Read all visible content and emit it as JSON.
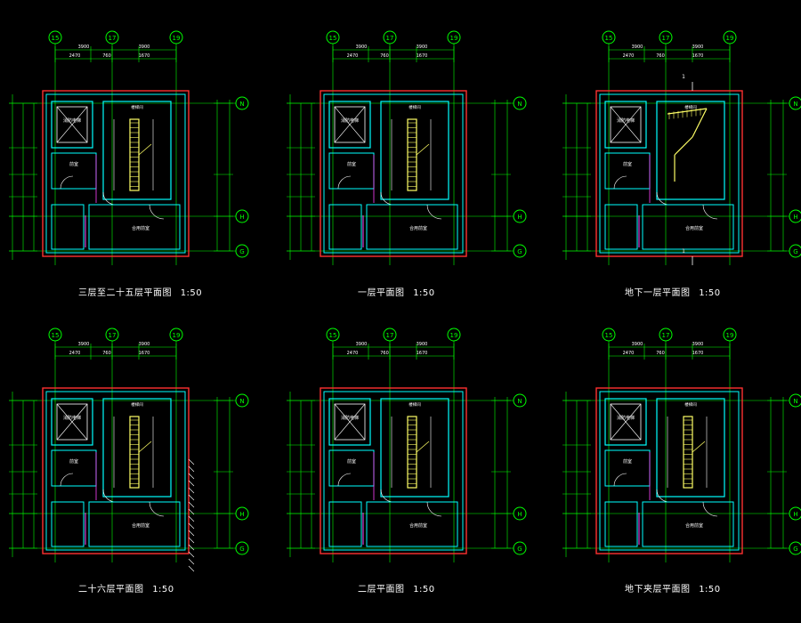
{
  "colors": {
    "background": "#000000",
    "axis": "#00ff00",
    "wall_outer": "#ff3030",
    "wall_inner": "#00ffff",
    "stair": "#ffff66",
    "text": "#ffffff",
    "magenta": "#ff44ff",
    "hatch": "#ffffff"
  },
  "plans": [
    {
      "title": "三层至二十五层平面图",
      "scale": "1:50",
      "axes_top": [
        "15",
        "17",
        "19"
      ],
      "axes_right": [
        "N",
        "H",
        "G"
      ],
      "dims_top_1": "3900",
      "dims_top_2": [
        "2470",
        "760",
        "1670"
      ],
      "room_labels": [
        "消防电梯",
        "前室",
        "楼梯间",
        "合用前室"
      ],
      "variant": "typical"
    },
    {
      "title": "一层平面图",
      "scale": "1:50",
      "axes_top": [
        "15",
        "17",
        "19"
      ],
      "axes_right": [
        "N",
        "H",
        "G"
      ],
      "dims_top_1": "3900",
      "dims_top_2": [
        "2470",
        "760",
        "1670"
      ],
      "room_labels": [
        "消防电梯",
        "前室",
        "楼梯间",
        "合用前室"
      ],
      "variant": "ground"
    },
    {
      "title": "地下一层平面图",
      "scale": "1:50",
      "axes_top": [
        "15",
        "17",
        "19"
      ],
      "axes_right": [
        "N",
        "H",
        "G"
      ],
      "dims_top_1": "3900",
      "dims_top_2": [
        "2470",
        "760",
        "1670"
      ],
      "room_labels": [
        "消防电梯",
        "前室",
        "楼梯间",
        "合用前室"
      ],
      "variant": "basement"
    },
    {
      "title": "二十六层平面图",
      "scale": "1:50",
      "axes_top": [
        "15",
        "17",
        "19"
      ],
      "axes_right": [
        "N",
        "H",
        "G"
      ],
      "dims_top_1": "3900",
      "dims_top_2": [
        "2470",
        "760",
        "1670"
      ],
      "room_labels": [
        "消防电梯",
        "前室",
        "楼梯间",
        "合用前室"
      ],
      "variant": "top"
    },
    {
      "title": "二层平面图",
      "scale": "1:50",
      "axes_top": [
        "15",
        "17",
        "19"
      ],
      "axes_right": [
        "N",
        "H",
        "G"
      ],
      "dims_top_1": "3900",
      "dims_top_2": [
        "2470",
        "760",
        "1670"
      ],
      "room_labels": [
        "消防电梯",
        "前室",
        "楼梯间",
        "合用前室"
      ],
      "variant": "second"
    },
    {
      "title": "地下夹层平面图",
      "scale": "1:50",
      "axes_top": [
        "15",
        "17",
        "19"
      ],
      "axes_right": [
        "N",
        "H",
        "G"
      ],
      "dims_top_1": "3900",
      "dims_top_2": [
        "2470",
        "760",
        "1670"
      ],
      "room_labels": [
        "消防电梯",
        "前室",
        "楼梯间",
        "合用前室"
      ],
      "variant": "mezzanine"
    }
  ]
}
